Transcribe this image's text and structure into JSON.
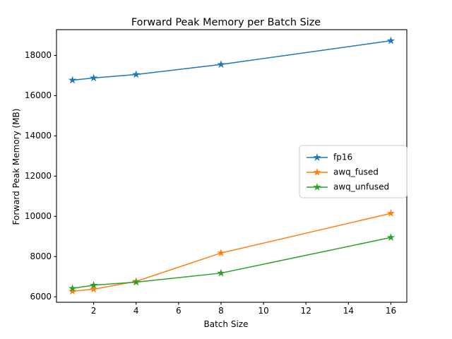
{
  "chart_data": {
    "type": "line",
    "title": "Forward Peak Memory per Batch Size",
    "xlabel": "Batch Size",
    "ylabel": "Forward Peak Memory (MB)",
    "x": [
      1,
      2,
      4,
      8,
      16
    ],
    "xlim": [
      0.25,
      16.75
    ],
    "ylim": [
      5730,
      19280
    ],
    "xticks": [
      2,
      4,
      6,
      8,
      10,
      12,
      14,
      16
    ],
    "xtick_labels": [
      "2",
      "4",
      "6",
      "8",
      "10",
      "12",
      "14",
      "16"
    ],
    "yticks": [
      6000,
      8000,
      10000,
      12000,
      14000,
      16000,
      18000
    ],
    "ytick_labels": [
      "6000",
      "8000",
      "10000",
      "12000",
      "14000",
      "16000",
      "18000"
    ],
    "grid": false,
    "legend_position": "center right",
    "marker": "star",
    "series": [
      {
        "name": "fp16",
        "color": "#1f77b4",
        "values": [
          16770,
          16880,
          17050,
          17550,
          18730
        ]
      },
      {
        "name": "awq_fused",
        "color": "#ff7f0e",
        "values": [
          6280,
          6380,
          6770,
          8180,
          10150
        ]
      },
      {
        "name": "awq_unfused",
        "color": "#2ca02c",
        "values": [
          6420,
          6580,
          6730,
          7180,
          8950
        ]
      }
    ]
  },
  "axes": {
    "spine_color": "#000000",
    "background": "#ffffff"
  }
}
